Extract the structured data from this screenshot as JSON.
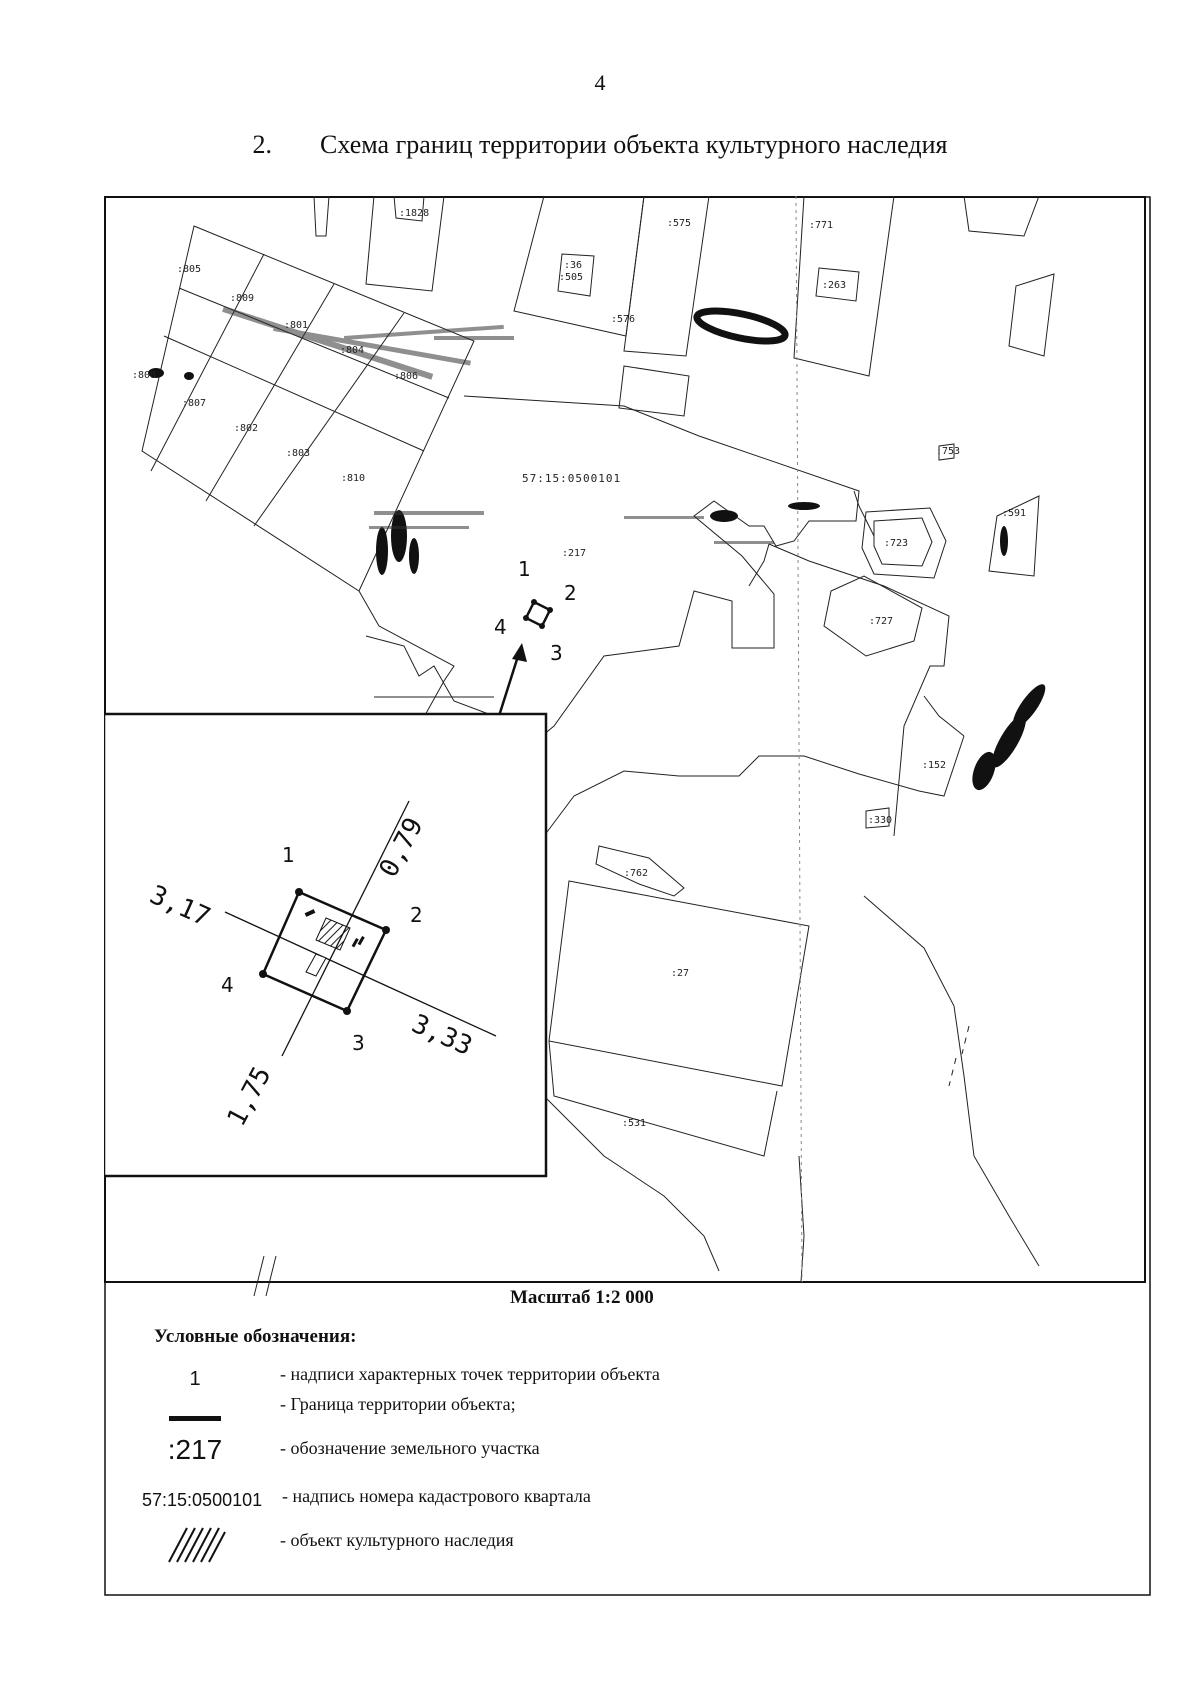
{
  "page": {
    "number": "4",
    "heading_number": "2.",
    "heading_title": "Схема границ территории объекта культурного наследия"
  },
  "map": {
    "cadastral_quarter": "57:15:0500101",
    "parcel_labels": [
      ":805",
      ":809",
      ":801",
      ":804",
      ":806",
      ":808",
      ":807",
      ":802",
      ":803",
      ":810",
      ":1828",
      ":575",
      ":36",
      ":505",
      ":576",
      ":771",
      ":263",
      ":217",
      ":753",
      ":591",
      ":723",
      ":727",
      ":152",
      ":330",
      ":762",
      ":27",
      ":531"
    ],
    "boundary_points": [
      "1",
      "2",
      "3",
      "4"
    ]
  },
  "inset": {
    "points": [
      "1",
      "2",
      "3",
      "4"
    ],
    "dimensions": [
      "0,79",
      "3,17",
      "3,33",
      "1,75"
    ]
  },
  "scale": "Масштаб 1:2 000",
  "legend": {
    "title": "Условные обозначения:",
    "items": [
      {
        "symbol": "1",
        "description": "- надписи характерных точек территории объекта"
      },
      {
        "symbol": "",
        "description": "- Граница территории объекта;"
      },
      {
        "symbol": ":217",
        "description": "- обозначение земельного участка"
      },
      {
        "symbol": "57:15:0500101",
        "description": "- надпись номера кадастрового квартала"
      },
      {
        "symbol": "",
        "description": "- объект культурного наследия"
      }
    ]
  },
  "icons": [
    "hatch-icon",
    "boundary-line-icon"
  ]
}
